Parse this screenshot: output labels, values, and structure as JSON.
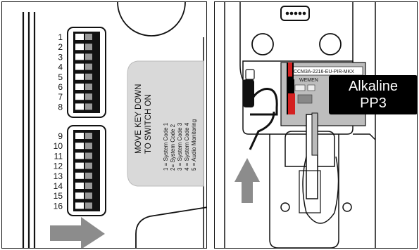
{
  "left_panel": {
    "dip_labels_top": [
      "1",
      "2",
      "3",
      "4",
      "5",
      "6",
      "7",
      "8"
    ],
    "dip_labels_bottom": [
      "9",
      "10",
      "11",
      "12",
      "13",
      "14",
      "15",
      "16"
    ],
    "card": {
      "title_lines": [
        "MOVE KEY DOWN",
        "TO SWITCH ON"
      ],
      "legend_lines": [
        "1 = System Code 1",
        "2= System Code 2",
        "3 = System Code 3",
        "4 = System Code 4",
        "5 = Audio Monitoring"
      ]
    },
    "arrow_direction": "right",
    "arrow_color": "#8c8c8c"
  },
  "right_panel": {
    "model_text": "CCM3A-2216-EU-PIR-MKX",
    "partial_text_1": "WEMEN",
    "battery_label_lines": [
      "Alkaline",
      "PP3"
    ],
    "battery_wire_colors": {
      "red": "#d42020",
      "black": "#000000"
    },
    "arrow_direction": "up",
    "arrow_color": "#8c8c8c"
  }
}
